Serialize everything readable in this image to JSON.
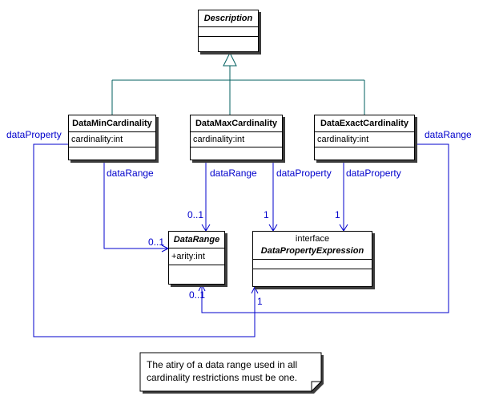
{
  "classes": {
    "description": {
      "name": "Description"
    },
    "min": {
      "name": "DataMinCardinality",
      "attribute": "cardinality:int"
    },
    "max": {
      "name": "DataMaxCardinality",
      "attribute": "cardinality:int"
    },
    "exact": {
      "name": "DataExactCardinality",
      "attribute": "cardinality:int"
    },
    "range": {
      "name": "DataRange",
      "attribute": "+arity:int"
    },
    "dpe": {
      "stereotype": "interface",
      "name": "DataPropertyExpression"
    }
  },
  "edges": {
    "min_dataProperty": {
      "label": "dataProperty",
      "multiplicity": "1"
    },
    "min_dataRange": {
      "label": "dataRange",
      "multiplicity": "0..1"
    },
    "max_dataRange": {
      "label": "dataRange",
      "multiplicity": "0..1"
    },
    "max_dataProperty": {
      "label": "dataProperty",
      "multiplicity": "1"
    },
    "exact_dataProperty": {
      "label": "dataProperty",
      "multiplicity": "1"
    },
    "exact_dataRange": {
      "label": "dataRange",
      "multiplicity": "0..1"
    }
  },
  "note": {
    "line1": "The atiry of a data range used in all",
    "line2": "cardinality restrictions must be one."
  },
  "colors": {
    "association": "#0000cc",
    "generalization": "#005f5f",
    "class_border": "#000000",
    "shadow": "#3c3c3c"
  }
}
